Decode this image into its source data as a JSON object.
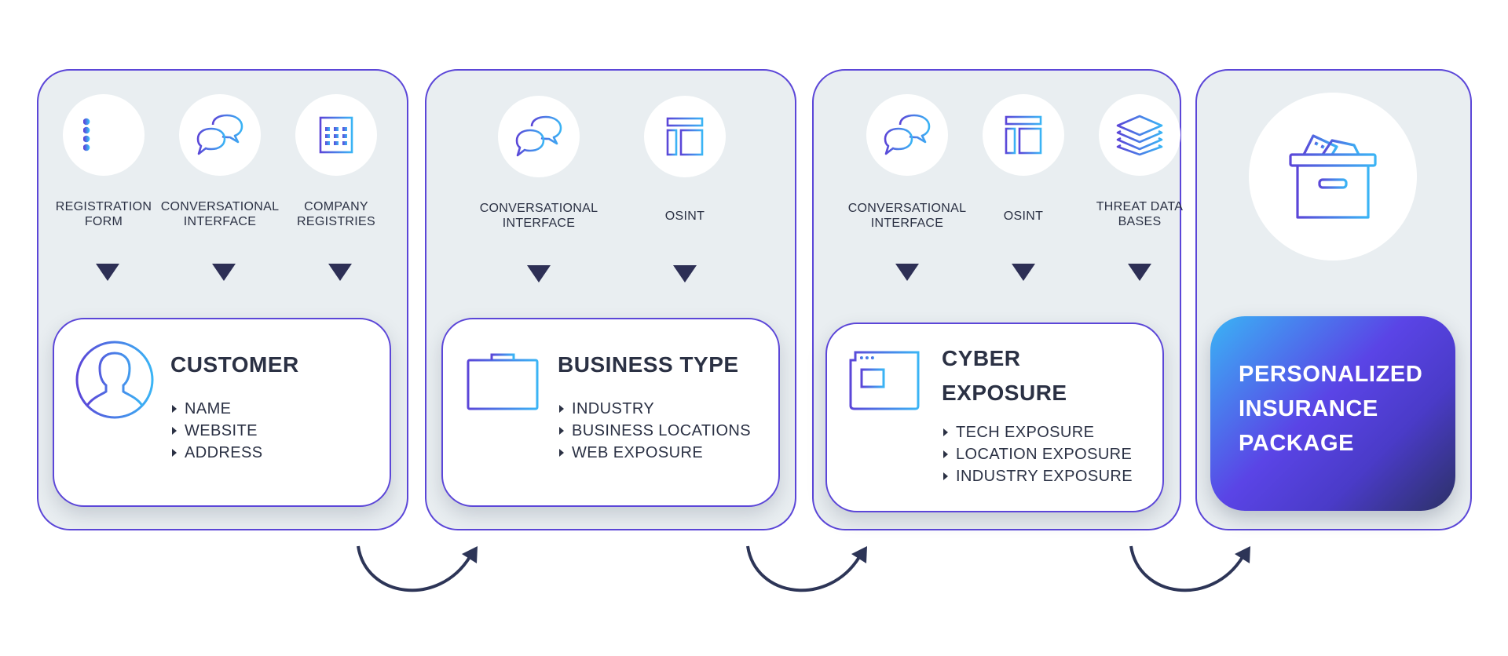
{
  "colors": {
    "panel_bg": "#e9eef1",
    "border": "#5b46d8",
    "text": "#2b3144",
    "triangle": "#2d2f55",
    "icon_start": "#5b46d8",
    "icon_end": "#3ab4f5"
  },
  "stages": [
    {
      "sources": [
        {
          "label": "REGISTRATION\nFORM",
          "icon": "list-icon"
        },
        {
          "label": "CONVERSATIONAL\nINTERFACE",
          "icon": "chat-bubbles-icon"
        },
        {
          "label": "COMPANY\nREGISTRIES",
          "icon": "building-icon"
        }
      ],
      "card": {
        "title": "CUSTOMER",
        "icon": "user-avatar-icon",
        "items": [
          "NAME",
          "WEBSITE",
          "ADDRESS"
        ]
      }
    },
    {
      "sources": [
        {
          "label": "CONVERSATIONAL\nINTERFACE",
          "icon": "chat-bubbles-icon"
        },
        {
          "label": "OSINT",
          "icon": "layout-icon"
        }
      ],
      "card": {
        "title": "BUSINESS TYPE",
        "icon": "briefcase-icon",
        "items": [
          "INDUSTRY",
          "BUSINESS LOCATIONS",
          "WEB EXPOSURE"
        ]
      }
    },
    {
      "sources": [
        {
          "label": "CONVERSATIONAL\nINTERFACE",
          "icon": "chat-bubbles-icon"
        },
        {
          "label": "OSINT",
          "icon": "layout-icon"
        },
        {
          "label": "THREAT DATA\nBASES",
          "icon": "layers-icon"
        }
      ],
      "card": {
        "title": "CYBER\nEXPOSURE",
        "icon": "newspaper-icon",
        "items": [
          "TECH EXPOSURE",
          "LOCATION EXPOSURE",
          "INDUSTRY EXPOSURE"
        ]
      }
    }
  ],
  "result": {
    "title": "PERSONALIZED\nINSURANCE\nPACKAGE",
    "icon": "package-box-icon"
  }
}
